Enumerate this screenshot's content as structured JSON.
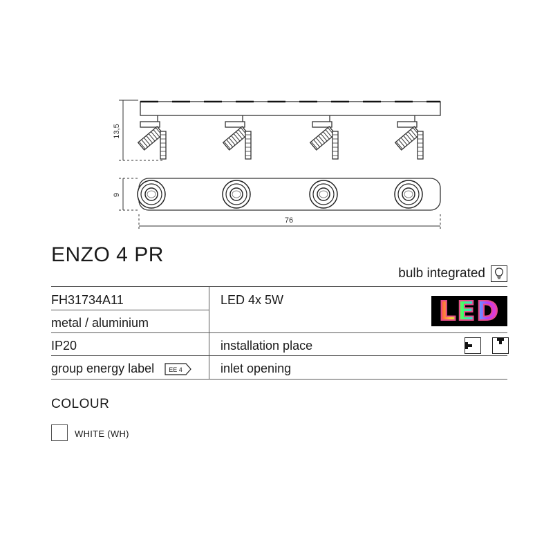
{
  "drawing": {
    "dim_height": "13,5",
    "dim_depth": "9",
    "dim_length": "76"
  },
  "product": {
    "name": "ENZO 4 PR"
  },
  "bulb": {
    "label": "bulb integrated",
    "icon": "bulb-outline-icon"
  },
  "specs": {
    "code": "FH31734A11",
    "material": "metal / aluminium",
    "ip": "IP20",
    "energy_label": "group energy label",
    "energy_badge": "EE 4",
    "light_source": "LED 4x 5W",
    "installation": "installation place",
    "inlet": "inlet opening",
    "led_logo": "LED"
  },
  "colour": {
    "heading": "COLOUR",
    "options": [
      {
        "label": "WHITE (WH)",
        "hex": "#ffffff"
      }
    ]
  }
}
